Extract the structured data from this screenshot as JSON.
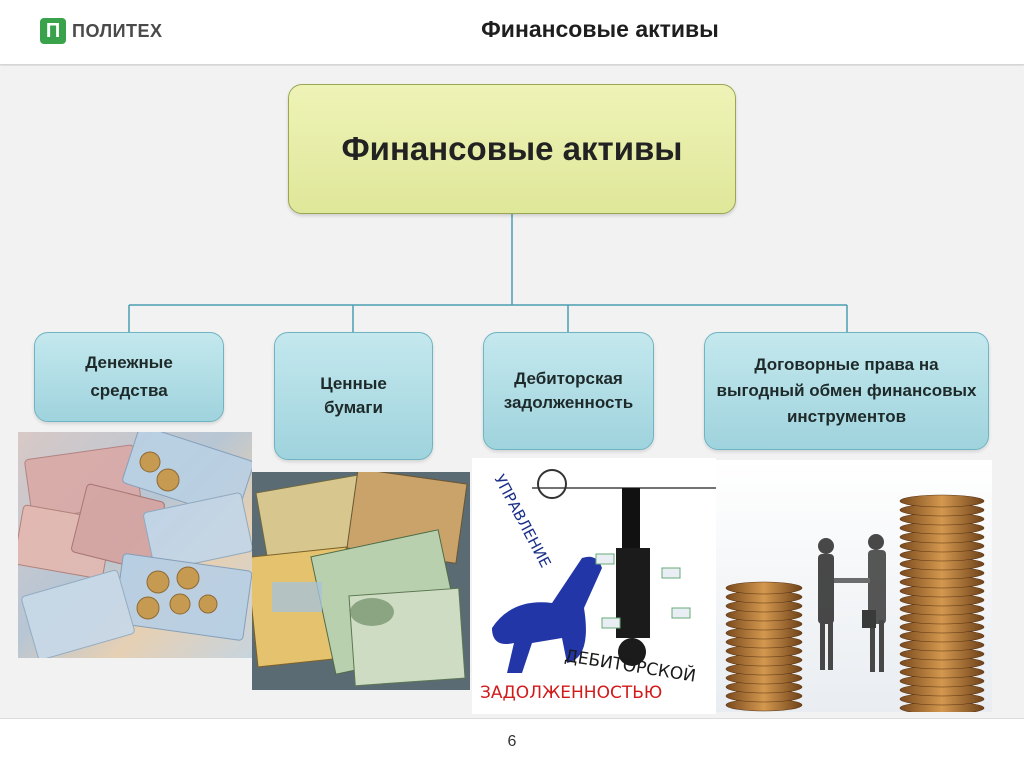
{
  "header": {
    "logo_text": "ПОЛИТЕХ",
    "logo_mark": "П",
    "title": "Финансовые активы"
  },
  "diagram": {
    "root": "Финансовые активы",
    "children": [
      {
        "label": "Денежные средства"
      },
      {
        "label": "Ценные бумаги"
      },
      {
        "label": "Дебиторская задолженность"
      },
      {
        "label": "Договорные права на выгодный обмен финансовых инструментов"
      }
    ]
  },
  "images": [
    {
      "icon": "banknotes-and-coins-icon"
    },
    {
      "icon": "stock-certificates-icon"
    },
    {
      "icon": "debt-cartoon-icon",
      "caption_top": "УПРАВЛЕНИЕ",
      "caption_middle": "ДЕБИТОРСКОЙ",
      "caption_bottom": "ЗАДОЛЖЕННОСТЬЮ"
    },
    {
      "icon": "coin-stacks-handshake-icon"
    }
  ],
  "footer": {
    "page_number": "6"
  },
  "colors": {
    "brand_green": "#3aa24a",
    "root_fill": "#e6ecaa",
    "child_fill": "#b2dde6",
    "connector": "#4aa0b2"
  }
}
